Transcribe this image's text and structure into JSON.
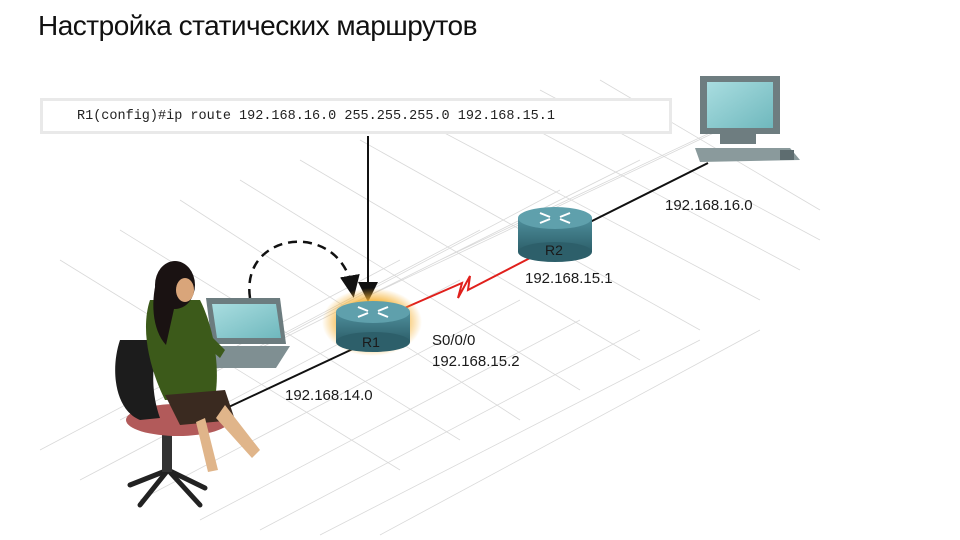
{
  "title": "Настройка статических маршрутов",
  "command": "R1(config)#ip route 192.168.16.0 255.255.255.0 192.168.15.1",
  "routers": {
    "r1": {
      "name": "R1"
    },
    "r2": {
      "name": "R2"
    }
  },
  "labels": {
    "net_left": "192.168.14.0",
    "net_right": "192.168.16.0",
    "r2_serial_ip": "192.168.15.1",
    "r1_interface": "S0/0/0",
    "r1_serial_ip": "192.168.15.2"
  },
  "colors": {
    "serial_link": "#e0201c",
    "ethernet_link": "#111111",
    "router_body": "#3e7b88",
    "r1_glow": "#f0a020",
    "grid": "#d8d8d8"
  }
}
